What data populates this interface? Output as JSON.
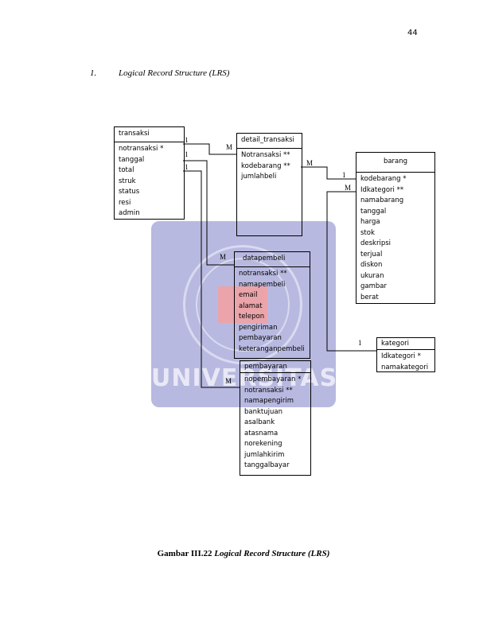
{
  "page_number": "44",
  "section": {
    "number": "1.",
    "title": "Logical Record Structure (LRS)"
  },
  "caption": {
    "prefix": "Gambar III.22 ",
    "title": "Logical Record Structure (LRS)"
  },
  "watermark": {
    "text": "UNIVERSITAS"
  },
  "entities": {
    "transaksi": {
      "title": "transaksi",
      "fields": [
        "notransaksi  *",
        "tanggal",
        "total",
        "struk",
        "status",
        "resi",
        "admin"
      ]
    },
    "detail_transaksi": {
      "title": "detail_transaksi",
      "fields": [
        "Notransaksi  **",
        "kodebarang  **",
        "jumlahbeli"
      ]
    },
    "barang": {
      "title": "barang",
      "fields": [
        "kodebarang  *",
        "Idkategori   **",
        "namabarang",
        "tanggal",
        "harga",
        "stok",
        "deskripsi",
        "terjual",
        "diskon",
        "ukuran",
        "gambar",
        "berat"
      ]
    },
    "datapembeli": {
      "title": "datapembeli",
      "fields": [
        "notransaksi  **",
        "namapembeli",
        "email",
        "alamat",
        "telepon",
        "pengiriman",
        "pembayaran",
        "keteranganpembeli"
      ]
    },
    "kategori": {
      "title": "kategori",
      "fields": [
        "Idkategori  *",
        "namakategori"
      ]
    },
    "pembayaran": {
      "title": "pembayaran",
      "fields": [
        "nopembayaran *",
        "notransaksi  **",
        "namapengirim",
        "banktujuan",
        "asalbank",
        "atasnama",
        "norekening",
        "jumlahkirim",
        "tanggalbayar"
      ]
    }
  },
  "cardinalities": {
    "t_dt_1": "1",
    "t_dt_m": "M",
    "dt_b_m": "M",
    "dt_b_1": "1",
    "b_k_m": "M",
    "b_k_1": "1",
    "t_dp_1": "1",
    "t_dp_m": "M",
    "t_p_1": "1",
    "t_p_m": "M"
  }
}
